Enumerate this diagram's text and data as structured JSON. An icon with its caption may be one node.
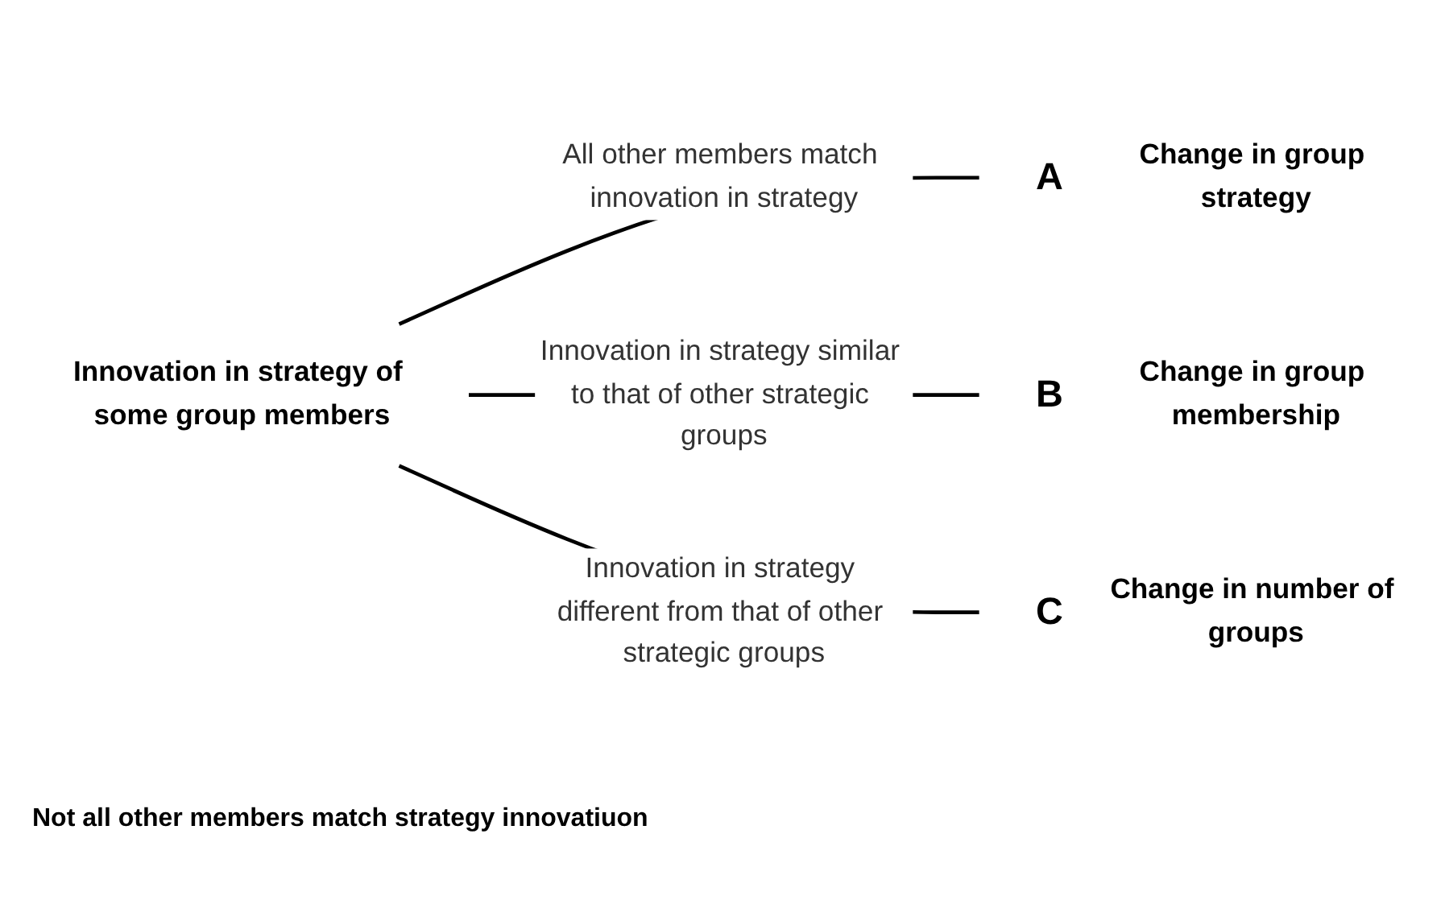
{
  "diagram": {
    "nodes": [
      {
        "text": [
          "Innovation in strategy of some group members"
        ]
      },
      {
        "text": [
          "A"
        ],
        "beside": [
          "Change in group strategy"
        ]
      },
      {
        "text": [
          "B"
        ],
        "beside": [
          "Change in group membership"
        ]
      },
      {
        "text": [
          "C"
        ],
        "beside": [
          "Change in number of groups"
        ]
      }
    ],
    "edges": [
      {
        "from": 0,
        "to": 1,
        "arrow": "none",
        "label": "All other members match innovation in strategy"
      },
      {
        "from": 0,
        "to": 2,
        "arrow": "none",
        "label": "Innovation in strategy similar to that of other strategic groups"
      },
      {
        "from": 0,
        "to": 3,
        "arrow": "none",
        "label": "Innovation in strategy different from that of other strategic groups"
      }
    ],
    "labels": [
      "Not all other members match strategy innovatiuon"
    ]
  }
}
